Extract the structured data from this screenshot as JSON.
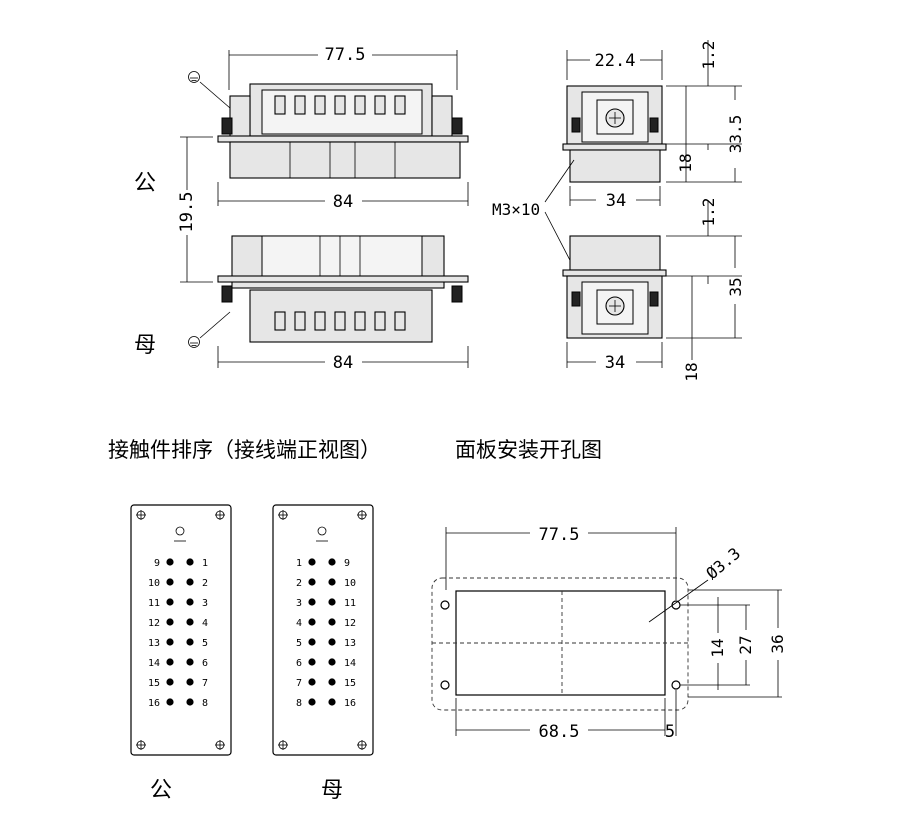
{
  "labels": {
    "male": "公",
    "female": "母",
    "pin_layout_title": "接触件排序（接线端正视图）",
    "panel_cutout_title": "面板安装开孔图",
    "male_bottom": "公",
    "female_bottom": "母"
  },
  "dims": {
    "top_width": "77.5",
    "top_side_width": "22.4",
    "top_gap_right": "1.2",
    "top_height_right": "33.5",
    "top_inner_18": "18",
    "bottom_width_male": "84",
    "bottom_side_male": "34",
    "screw": "M3×10",
    "gap_offset": "19.5",
    "female_gap": "1.2",
    "female_height": "35",
    "female_inner_18": "18",
    "bottom_width_female": "84",
    "bottom_side_female": "34",
    "cut_width": "77.5",
    "hole_dia": "Ø3.3",
    "cut_w2": "68.5",
    "cut_5": "5",
    "cut_14": "14",
    "cut_27": "27",
    "cut_36": "36"
  },
  "pins_male": {
    "left": [
      "9",
      "10",
      "11",
      "12",
      "13",
      "14",
      "15",
      "16"
    ],
    "right": [
      "1",
      "2",
      "3",
      "4",
      "5",
      "6",
      "7",
      "8"
    ]
  },
  "pins_female": {
    "left": [
      "1",
      "2",
      "3",
      "4",
      "5",
      "6",
      "7",
      "8"
    ],
    "right": [
      "9",
      "10",
      "11",
      "12",
      "13",
      "14",
      "15",
      "16"
    ]
  }
}
